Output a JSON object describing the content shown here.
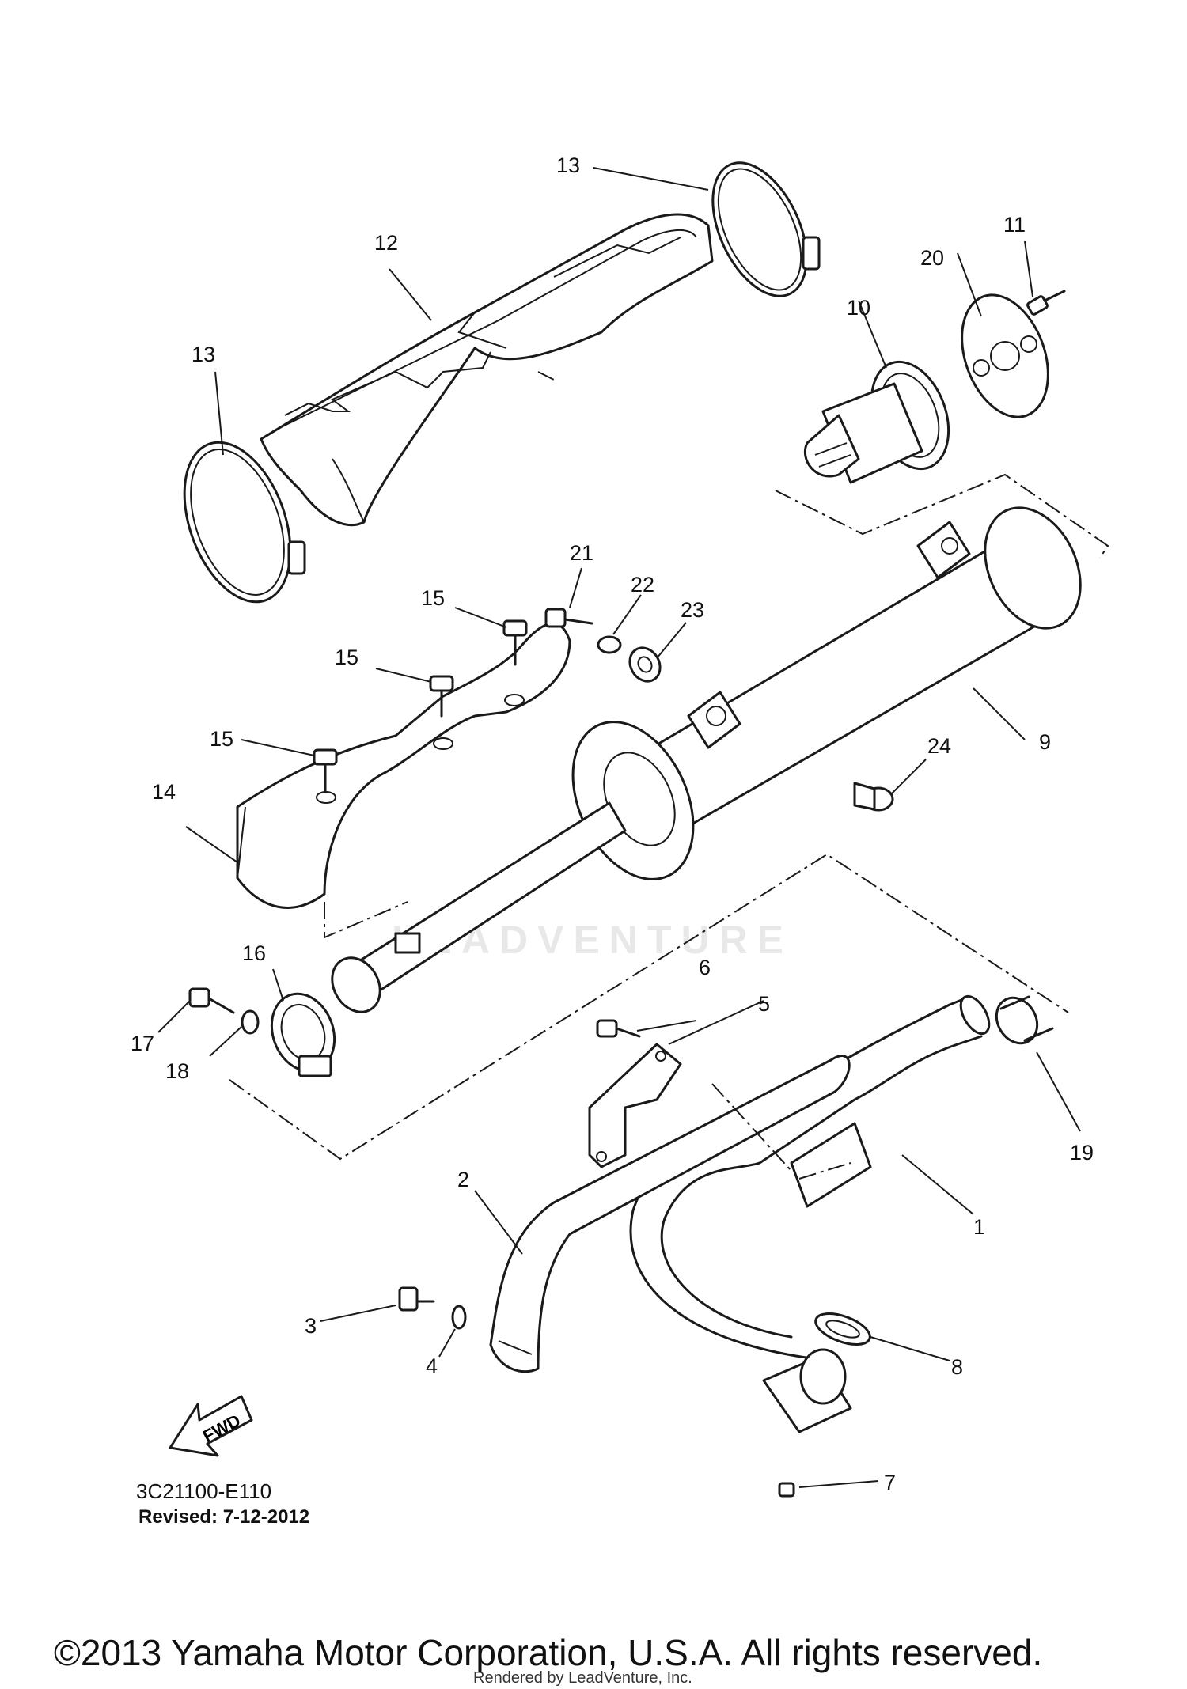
{
  "callouts": {
    "c1": "1",
    "c2": "2",
    "c3": "3",
    "c4": "4",
    "c5": "5",
    "c6": "6",
    "c7": "7",
    "c8": "8",
    "c9": "9",
    "c10": "10",
    "c11": "11",
    "c12": "12",
    "c13a": "13",
    "c13b": "13",
    "c14": "14",
    "c15a": "15",
    "c15b": "15",
    "c15c": "15",
    "c16": "16",
    "c17": "17",
    "c18": "18",
    "c19": "19",
    "c20": "20",
    "c21": "21",
    "c22": "22",
    "c23": "23",
    "c24": "24"
  },
  "fwd_arrow_label": "FWD",
  "watermark": "LEADVENTURE",
  "drawing_code": "3C21100-E110",
  "revised": "Revised: 7-12-2012",
  "copyright": "©2013 Yamaha Motor Corporation, U.S.A. All rights reserved.",
  "rendered_by": "Rendered by LeadVenture, Inc."
}
